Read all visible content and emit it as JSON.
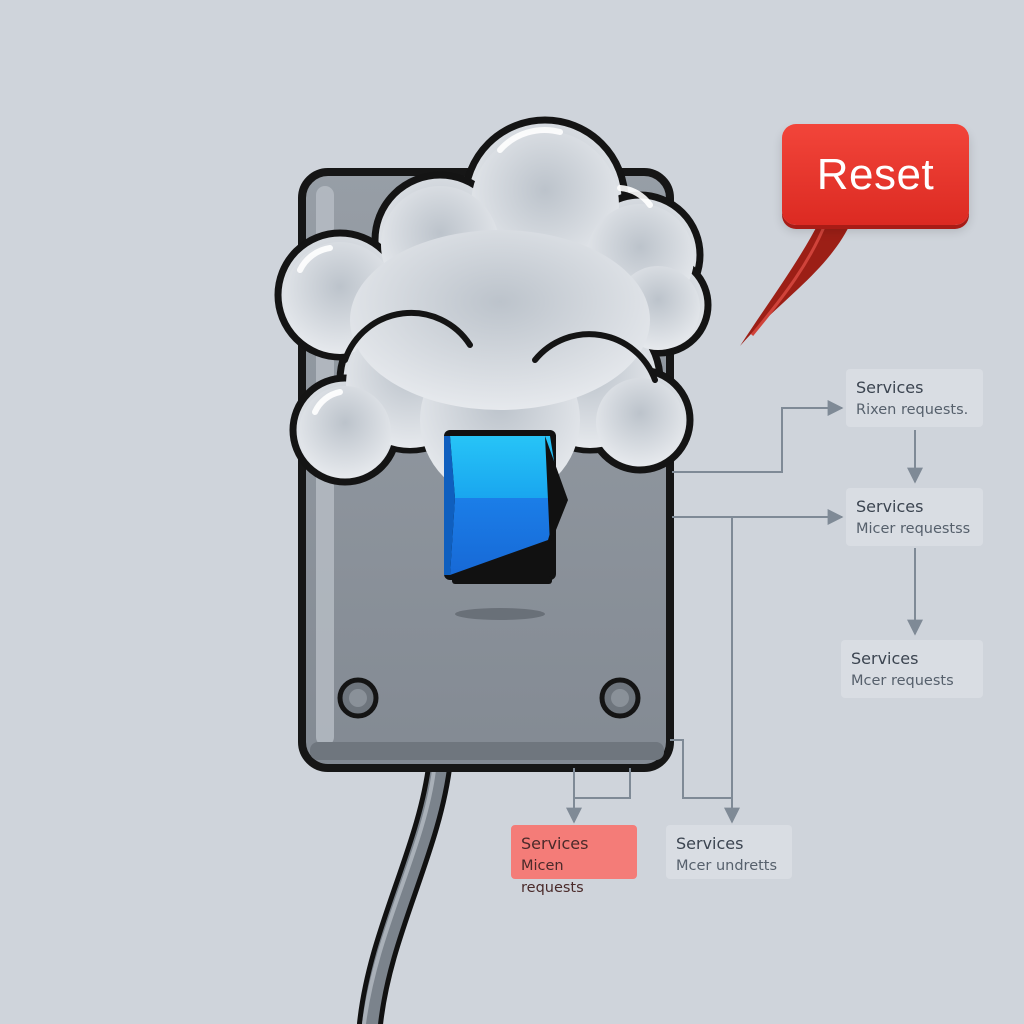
{
  "reset_label": "Reset",
  "services": [
    {
      "id": "svc-1",
      "title": "Services",
      "subtitle": "Rixen requests."
    },
    {
      "id": "svc-2",
      "title": "Services",
      "subtitle": "Micer requestss"
    },
    {
      "id": "svc-3",
      "title": "Services",
      "subtitle": "Mcer requests"
    },
    {
      "id": "svc-4",
      "title": "Services",
      "subtitle": "Micen requests",
      "highlight": "red"
    },
    {
      "id": "svc-5",
      "title": "Services",
      "subtitle": "Mcer undretts"
    }
  ],
  "colors": {
    "background": "#cfd4db",
    "reset": "#e8332b",
    "switch_toggle": "#1fa8f0",
    "plate": "#8c939b",
    "highlight_box": "#f47c78"
  }
}
